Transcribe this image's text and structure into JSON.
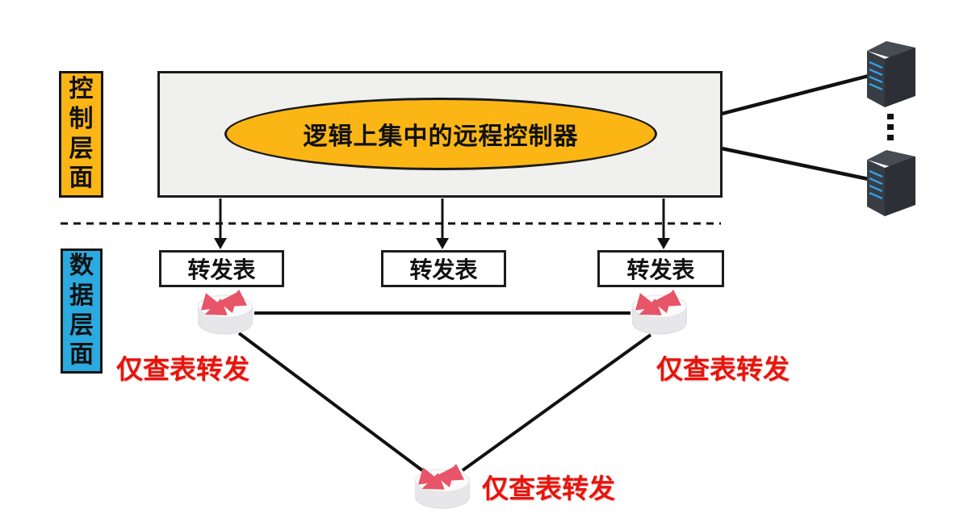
{
  "labels": {
    "control_plane": "控制层面",
    "data_plane": "数据层面",
    "controller": "逻辑上集中的远程控制器",
    "forwarding_tables": [
      "转发表",
      "转发表",
      "转发表"
    ],
    "router_captions": [
      "仅查表转发",
      "仅查表转发",
      "仅查表转发"
    ]
  },
  "icons": {
    "router": "router-icon",
    "server": "server-icon",
    "vertical_ellipsis": "⋮"
  },
  "colors": {
    "control_label_bg": "#fbb616",
    "data_label_bg": "#2baae0",
    "controller_box_bg": "#f0f0ee",
    "ellipse_bg": "#fbb616",
    "red_text": "#e8140c",
    "line_color": "#111111",
    "router_arrow": "#e85468",
    "server_front": "#383c43",
    "server_side": "#2c2f35",
    "server_top": "#474b52",
    "server_led": "#2f9fe8"
  }
}
